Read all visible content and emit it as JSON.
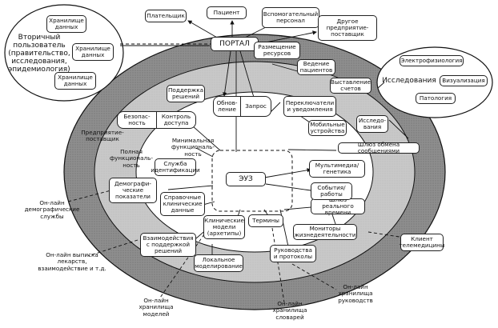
{
  "portal": "ПОРТАЛ",
  "center": "ЭУЗ",
  "top_nodes": {
    "payer": "Плательщик",
    "patient": "Пациент",
    "staff": "Вспомогательный\nперсонал",
    "other_providers": "Другое\nпредприятие-\nпоставщик"
  },
  "secondary": {
    "title": "Вторичный\nпользователь\n(правительство,\nисследования,\nэпидемиология)",
    "storages": [
      "Хранилище\nданных",
      "Хранилище\nданных",
      "Хранилище\nданных"
    ]
  },
  "research_group": {
    "title": "Исследования",
    "items": [
      "Электрофизиология",
      "Визуализация",
      "Патология"
    ]
  },
  "ring_labels": {
    "enterprise": "Предприятие-\nпоставщик",
    "full": "Полная\nфункциональ-\nность",
    "minimal": "Минимальная\nфункциональ-\nность"
  },
  "modules": {
    "resource_allocation": "Размещение\nресурсов",
    "patient_management": "Ведение\nпациентов",
    "billing": "Выставление\nсчетов",
    "decision_support": "Поддержка\nрешений",
    "update": "Обнов-\nление",
    "request": "Запрос",
    "switches_alerts": "Переключатели\nи уведомления",
    "mobile_devices": "Мобильные\nустройства",
    "research": "Исследо-\nвания",
    "message_gateway": "Шлюз обмена сообщениями",
    "security": "Безопас-\nность",
    "access_control": "Контроль\nдоступа",
    "identification": "Служба\nидентификации",
    "demographics": "Демографи-\nческие\nпоказатели",
    "clinical_reference": "Справочные\nклинические\nданные",
    "interactions": "Взаимодействия\nс поддержкой\nрешений",
    "clinical_models": "Клинические\nмодели\n(архетипы)",
    "local_modeling": "Локальное\nмоделирование",
    "terms": "Термины",
    "guides_protocols": "Руководства\nи протоколы",
    "realtime_gateway": "Шлюз реального\nвремени",
    "monitors": "Мониторы\nжизнедеятельности",
    "multimedia": "Мультимедиа/\nгенетика",
    "events": "События/\nработы"
  },
  "external": {
    "online_demographics": "Он-лайн\nдемографические\nслужбы",
    "online_prescriptions": "Он-лайн выписка\nлекарств,\nвзаимодействие и т.д.",
    "online_models": "Он-лайн\nхранилища\nмоделей",
    "online_dictionaries": "Он-лайн\nхранилища\nсловарей",
    "online_guides": "Он-лайн\nхранилища\nруководств",
    "telemedicine": "Клиент\nтелемедицины"
  }
}
